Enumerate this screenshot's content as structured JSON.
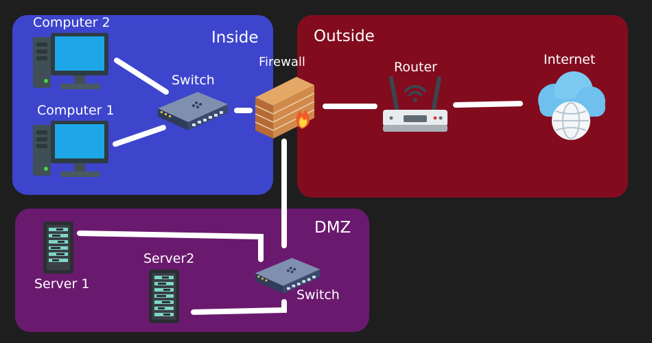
{
  "zones": {
    "inside": {
      "title": "Inside",
      "color": "#3d45cc"
    },
    "outside": {
      "title": "Outside",
      "color": "#820c1e"
    },
    "dmz": {
      "title": "DMZ",
      "color": "#6a1a6e"
    }
  },
  "devices": {
    "computer2": "Computer 2",
    "computer1": "Computer 1",
    "switch_inside": "Switch",
    "firewall": "Firewall",
    "router": "Router",
    "internet": "Internet",
    "server1": "Server 1",
    "server2": "Server2",
    "switch_dmz": "Switch"
  },
  "colors": {
    "background": "#1e1e1e",
    "link": "#ffffff",
    "monitor": "#1da7e8",
    "switch_body": "#3a4a6b",
    "brick": "#d08a4c",
    "cloud": "#6fc0ee"
  }
}
